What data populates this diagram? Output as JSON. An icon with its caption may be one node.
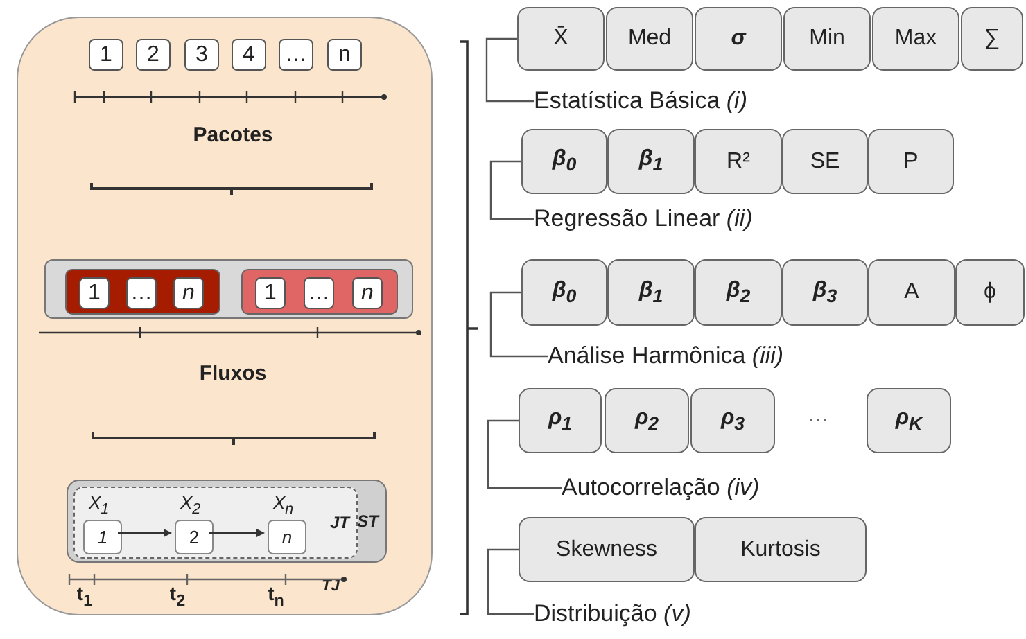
{
  "diagram": {
    "nodes": [
      {
        "text": [],
        "shape": "box"
      },
      {
        "text": [
          "1"
        ],
        "in": 0
      },
      {
        "text": [
          "2"
        ],
        "in": 0
      },
      {
        "text": [
          "3"
        ],
        "in": 0
      },
      {
        "text": [
          "4"
        ],
        "in": 0
      },
      {
        "text": [
          "…"
        ],
        "in": 0
      },
      {
        "text": [
          "n"
        ],
        "in": 0
      },
      {
        "text": [],
        "shape": "box",
        "in": 0
      },
      {
        "text": [],
        "shape": "box",
        "in": 7
      },
      {
        "text": [
          "1"
        ],
        "in": 8
      },
      {
        "text": [
          "…"
        ],
        "in": 8
      },
      {
        "text": [
          "n"
        ],
        "in": 8
      },
      {
        "text": [],
        "shape": "box",
        "in": 7
      },
      {
        "text": [
          "1"
        ],
        "in": 12
      },
      {
        "text": [
          "…"
        ],
        "in": 12
      },
      {
        "text": [
          "n"
        ],
        "in": 12
      },
      {
        "text": [
          "ST"
        ],
        "in": 0
      },
      {
        "text": [
          "JT"
        ],
        "in": 16
      },
      {
        "text": [
          "1"
        ],
        "in": 17,
        "beside": [
          "X$_{1}$"
        ]
      },
      {
        "text": [
          "2"
        ],
        "in": 17,
        "beside": [
          "X$_{2}$"
        ]
      },
      {
        "text": [
          "n"
        ],
        "in": 17,
        "beside": [
          "X$_{n}$"
        ]
      },
      {
        "text": [
          "X̄"
        ]
      },
      {
        "text": [
          "Med"
        ]
      },
      {
        "text": [
          "σ"
        ]
      },
      {
        "text": [
          "Min"
        ]
      },
      {
        "text": [
          "Max"
        ]
      },
      {
        "text": [
          "∑"
        ]
      },
      {
        "text": [
          "Estatística Básica *(i)*"
        ]
      },
      {
        "text": [
          "β$_{0}$"
        ]
      },
      {
        "text": [
          "β$_{1}$"
        ]
      },
      {
        "text": [
          "R²"
        ]
      },
      {
        "text": [
          "SE"
        ]
      },
      {
        "text": [
          "P"
        ]
      },
      {
        "text": [
          "Regressão Linear *(ii)*"
        ]
      },
      {
        "text": [
          "β$_{0}$"
        ]
      },
      {
        "text": [
          "β$_{1}$"
        ]
      },
      {
        "text": [
          "β$_{2}$"
        ]
      },
      {
        "text": [
          "β$_{3}$"
        ]
      },
      {
        "text": [
          "A"
        ]
      },
      {
        "text": [
          "ϕ"
        ]
      },
      {
        "text": [
          "Análise Harmônica *(iii)*"
        ]
      },
      {
        "text": [
          "ρ$_{1}$"
        ]
      },
      {
        "text": [
          "ρ$_{2}$"
        ]
      },
      {
        "text": [
          "ρ$_{3}$"
        ]
      },
      {
        "text": [
          "ρ$_{K}$"
        ]
      },
      {
        "text": [
          "Autocorrelação *(iv)*"
        ]
      },
      {
        "text": [
          "Skewness"
        ]
      },
      {
        "text": [
          "Kurtosis"
        ]
      },
      {
        "text": [
          "Distribuição *(v)*"
        ]
      }
    ],
    "edges": [
      {
        "from": 18,
        "to": 19,
        "arrow": "to"
      },
      {
        "from": 19,
        "to": 20,
        "arrow": "to"
      },
      {
        "from": 27,
        "to": 21,
        "arrow": "none"
      },
      {
        "from": 33,
        "to": 28,
        "arrow": "none"
      },
      {
        "from": 40,
        "to": 34,
        "arrow": "none"
      },
      {
        "from": 45,
        "to": 41,
        "arrow": "none"
      },
      {
        "from": 48,
        "to": 46,
        "arrow": "none"
      }
    ],
    "labels": [
      "Pacotes",
      "Fluxos",
      "t$_{1}$",
      "t$_{2}$",
      "t$_{n}$",
      "TJ",
      "…"
    ]
  }
}
